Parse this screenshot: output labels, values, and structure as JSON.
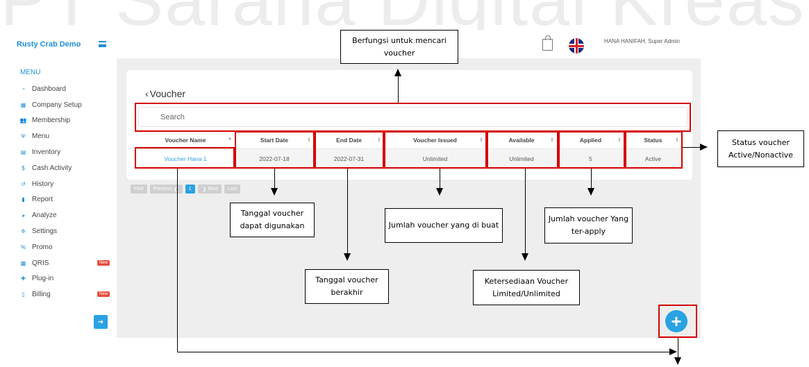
{
  "watermark": "PT Sarana Digital Kreasi",
  "app": {
    "brand": "Rusty Crab Demo",
    "menu_heading": "MENU",
    "menu": [
      {
        "label": "Dashboard",
        "icon": "dashboard-icon",
        "glyph": "◔"
      },
      {
        "label": "Company Setup",
        "icon": "building-icon",
        "glyph": "▦"
      },
      {
        "label": "Membership",
        "icon": "users-icon",
        "glyph": "👥"
      },
      {
        "label": "Menu",
        "icon": "cutlery-icon",
        "glyph": "Ψ"
      },
      {
        "label": "Inventory",
        "icon": "box-icon",
        "glyph": "▤"
      },
      {
        "label": "Cash Activity",
        "icon": "dollar-icon",
        "glyph": "$"
      },
      {
        "label": "History",
        "icon": "history-icon",
        "glyph": "↺"
      },
      {
        "label": "Report",
        "icon": "file-icon",
        "glyph": "▮"
      },
      {
        "label": "Analyze",
        "icon": "pie-chart-icon",
        "glyph": "◕"
      },
      {
        "label": "Settings",
        "icon": "gear-icon",
        "glyph": "✲"
      },
      {
        "label": "Promo",
        "icon": "percent-icon",
        "glyph": "%"
      },
      {
        "label": "QRIS",
        "icon": "qr-icon",
        "glyph": "▩",
        "badge": "New"
      },
      {
        "label": "Plug-in",
        "icon": "puzzle-icon",
        "glyph": "✚"
      },
      {
        "label": "Billing",
        "icon": "receipt-icon",
        "glyph": "▯",
        "badge": "New"
      }
    ],
    "user": "HANA HANIFAH, Super Admin",
    "accent_color": "#2aa2e3"
  },
  "page": {
    "title": "Voucher",
    "search_placeholder": "Search",
    "columns": [
      "Voucher Name",
      "Start Date",
      "End Date",
      "Voucher Issued",
      "Available",
      "Applied",
      "Status"
    ],
    "rows": [
      {
        "name": "Voucher Hana 1",
        "start": "2022-07-18",
        "end": "2022-07-31",
        "issued": "Unlimited",
        "available": "Unlimited",
        "applied": "5",
        "status": "Active"
      }
    ],
    "pager": {
      "first": "First",
      "previous": "Previous",
      "current": "1",
      "next": "Next",
      "last": "Last"
    },
    "add_label": "+"
  },
  "annotations": {
    "search": "Berfungsi untuk mencari voucher",
    "status": "Status voucher Active/Nonactive",
    "start_date": "Tanggal voucher dapat digunakan",
    "end_date": "Tanggal voucher berakhir",
    "issued": "Jumlah voucher yang di buat",
    "available": "Ketersediaan Voucher Limited/Unlimited",
    "applied": "Jumlah voucher Yang ter-apply"
  }
}
